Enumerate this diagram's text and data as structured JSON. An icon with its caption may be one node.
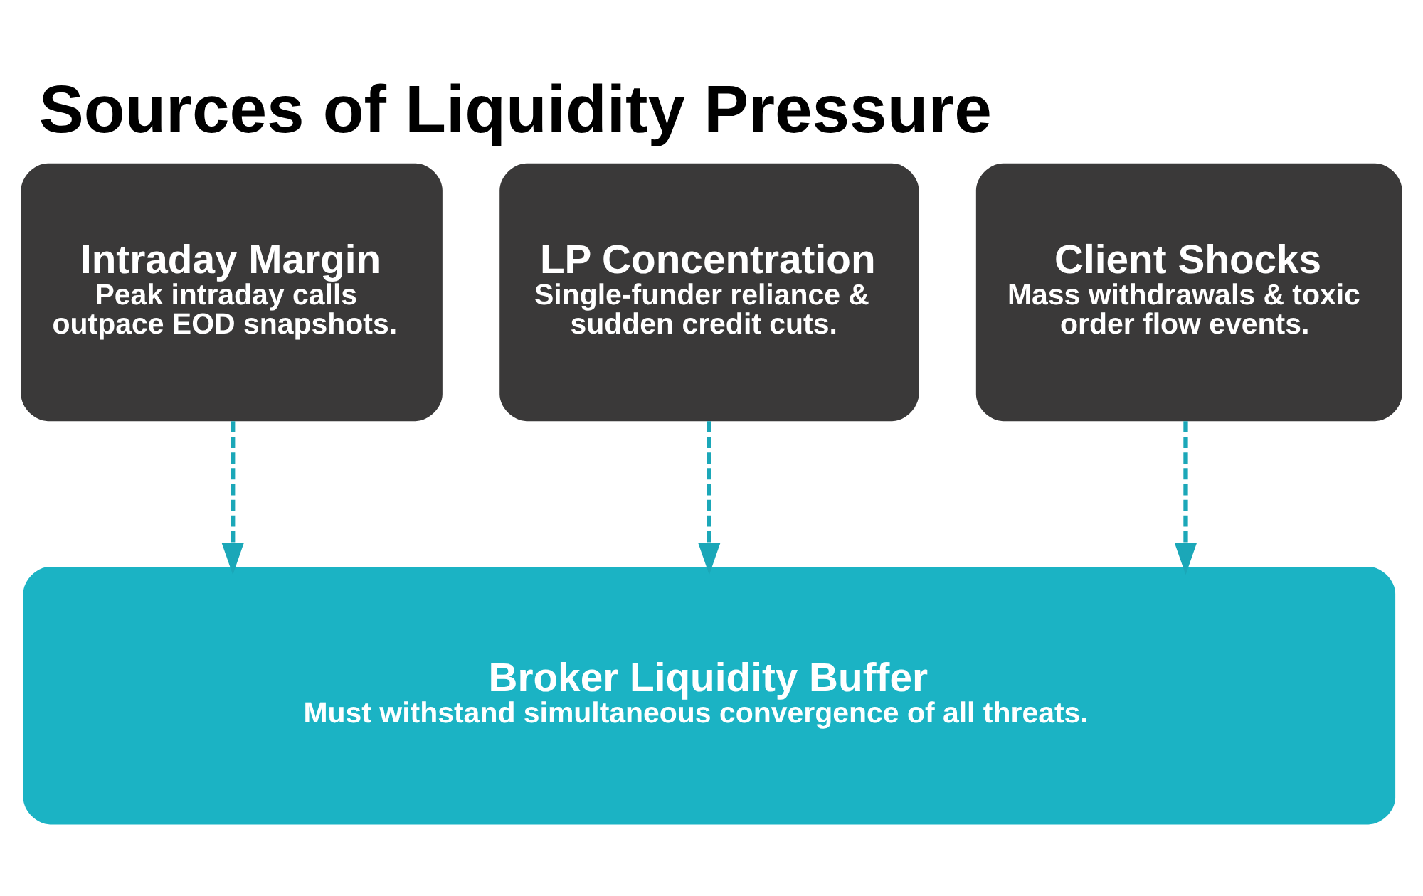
{
  "diagram": {
    "title": "Sources of Liquidity Pressure",
    "nodes": [
      {
        "text": [
          "Intraday Margin",
          "Peak intraday calls outpace EOD snapshots."
        ]
      },
      {
        "text": [
          "LP Concentration",
          "Single-funder reliance & sudden credit cuts."
        ]
      },
      {
        "text": [
          "Client Shocks",
          "Mass withdrawals & toxic order flow events."
        ]
      },
      {
        "text": [
          "Broker Liquidity Buffer",
          "Must withstand simultaneous convergence of all threats."
        ]
      }
    ],
    "edges": [
      {
        "from": 0,
        "to": 3,
        "arrow": "to",
        "style": "dashed"
      },
      {
        "from": 1,
        "to": 3,
        "arrow": "to",
        "style": "dashed"
      },
      {
        "from": 2,
        "to": 3,
        "arrow": "to",
        "style": "dashed"
      }
    ]
  }
}
